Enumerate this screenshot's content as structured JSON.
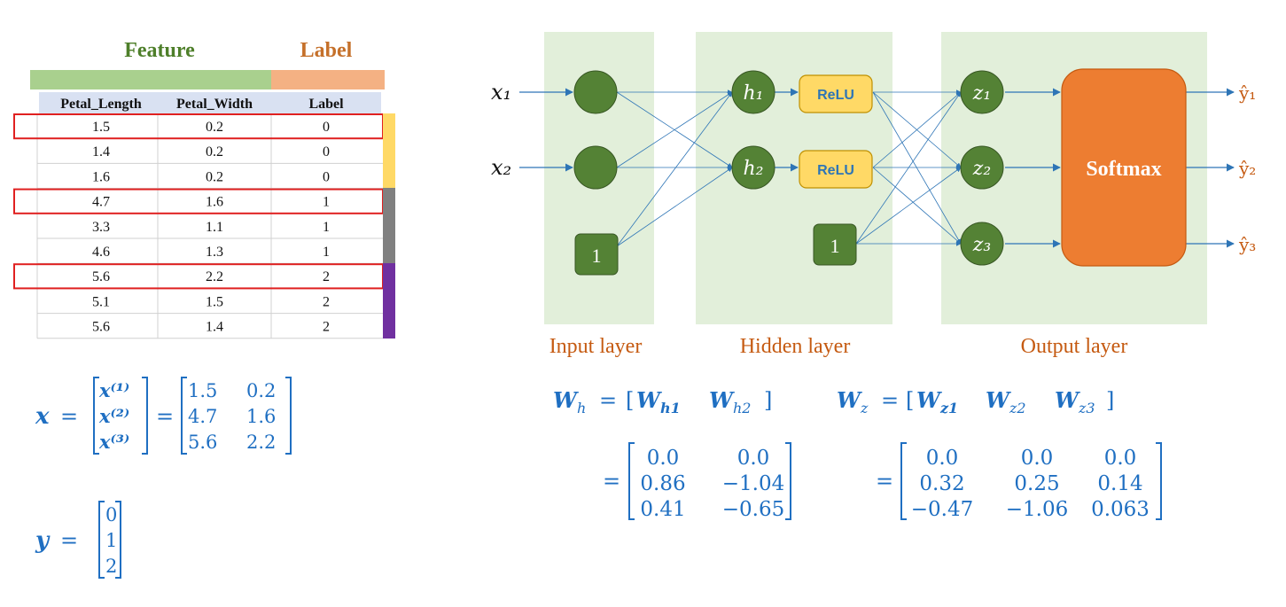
{
  "colors": {
    "feature_green": "#4e7f2a",
    "feature_bar": "#a9d08e",
    "label_orange": "#c5702a",
    "label_bar": "#f4b183",
    "header_blue": "#d9e1f2",
    "row_box_red": "#e02020",
    "group_yellow": "#ffd966",
    "group_gray": "#808080",
    "group_purple": "#7030a0",
    "layer_bg": "#e2efda",
    "node_green": "#548235",
    "node_border": "#375623",
    "relu_fill": "#ffd966",
    "relu_border": "#bf9000",
    "relu_text": "#2e75b6",
    "softmax_fill": "#ed7d31",
    "softmax_border": "#c55a11",
    "arrow_blue": "#2e75b6",
    "math_blue": "#1f6fc2",
    "caption_orange": "#c55a11"
  },
  "table": {
    "feature_heading": "Feature",
    "label_heading": "Label",
    "columns": [
      "Petal_Length",
      "Petal_Width",
      "Label"
    ],
    "rows": [
      [
        "1.5",
        "0.2",
        "0"
      ],
      [
        "1.4",
        "0.2",
        "0"
      ],
      [
        "1.6",
        "0.2",
        "0"
      ],
      [
        "4.7",
        "1.6",
        "1"
      ],
      [
        "3.3",
        "1.1",
        "1"
      ],
      [
        "4.6",
        "1.3",
        "1"
      ],
      [
        "5.6",
        "2.2",
        "2"
      ],
      [
        "5.1",
        "1.5",
        "2"
      ],
      [
        "5.6",
        "1.4",
        "2"
      ]
    ],
    "highlighted_rows": [
      0,
      3,
      6
    ]
  },
  "equations": {
    "x_lhs": "x",
    "x_rows": [
      "x⁽¹⁾",
      "x⁽²⁾",
      "x⁽³⁾"
    ],
    "x_values": [
      [
        "1.5",
        "0.2"
      ],
      [
        "4.7",
        "1.6"
      ],
      [
        "5.6",
        "2.2"
      ]
    ],
    "y_lhs": "y",
    "y_values": [
      "0",
      "1",
      "2"
    ],
    "eq": "="
  },
  "network": {
    "inputs": [
      "x₁",
      "x₂"
    ],
    "bias_label": "1",
    "hidden_nodes": [
      "h₁",
      "h₂"
    ],
    "relu_label": "ReLU",
    "output_nodes": [
      "z₁",
      "z₂",
      "z₃"
    ],
    "softmax_label": "Softmax",
    "outputs": [
      "ŷ₁",
      "ŷ₂",
      "ŷ₃"
    ],
    "layer_captions": [
      "Input layer",
      "Hidden layer",
      "Output layer"
    ]
  },
  "weights": {
    "wh_lhs": "W",
    "wh_sub": "h",
    "wh_cols": [
      [
        "W",
        "h1"
      ],
      [
        "W",
        "h2"
      ]
    ],
    "wh_matrix": [
      [
        "0.0",
        "0.0"
      ],
      [
        "0.86",
        "−1.04"
      ],
      [
        "0.41",
        "−0.65"
      ]
    ],
    "wz_lhs": "W",
    "wz_sub": "z",
    "wz_cols": [
      [
        "W",
        "z1"
      ],
      [
        "W",
        "z2"
      ],
      [
        "W",
        "z3"
      ]
    ],
    "wz_matrix": [
      [
        "0.0",
        "0.0",
        "0.0"
      ],
      [
        "0.32",
        "0.25",
        "0.14"
      ],
      [
        "−0.47",
        "−1.06",
        "0.063"
      ]
    ]
  }
}
